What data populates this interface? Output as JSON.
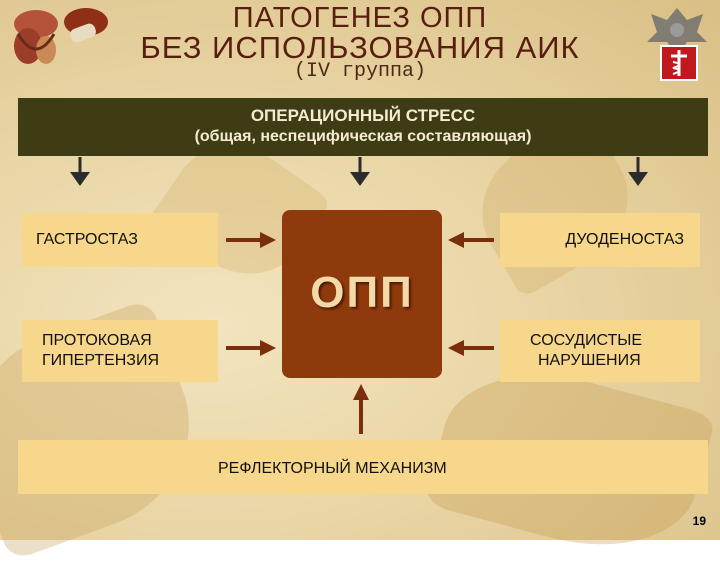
{
  "title": {
    "line1": "ПАТОГЕНЕЗ ОПП",
    "line2": "БЕЗ ИСПОЛЬЗОВАНИЯ АИК",
    "line3": "(IV группа)"
  },
  "stress_box": {
    "line1": "ОПЕРАЦИОННЫЙ СТРЕСС",
    "line2": "(общая, неспецифическая составляющая)"
  },
  "center_label": "ОПП",
  "factors": {
    "gastrostasis": "ГАСТРОСТАЗ",
    "duodenostasis": "ДУОДЕНОСТАЗ",
    "ductal_line1": "ПРОТОКОВАЯ",
    "ductal_line2": "ГИПЕРТЕНЗИЯ",
    "vascular_line1": "СОСУДИСТЫЕ",
    "vascular_line2": "НАРУШЕНИЯ",
    "reflex": "РЕФЛЕКТОРНЫЙ МЕХАНИЗМ"
  },
  "page_number": "19",
  "colors": {
    "title": "#5a1e10",
    "stress_bg": "#3e3c15",
    "box_bg": "#f6d78c",
    "center_bg": "#8f3a0c",
    "arrow": "#7a2e0c"
  },
  "icons": [
    "organs-illustration-icon",
    "mushroom-icon",
    "coat-of-arms-icon",
    "medical-emblem-icon"
  ]
}
